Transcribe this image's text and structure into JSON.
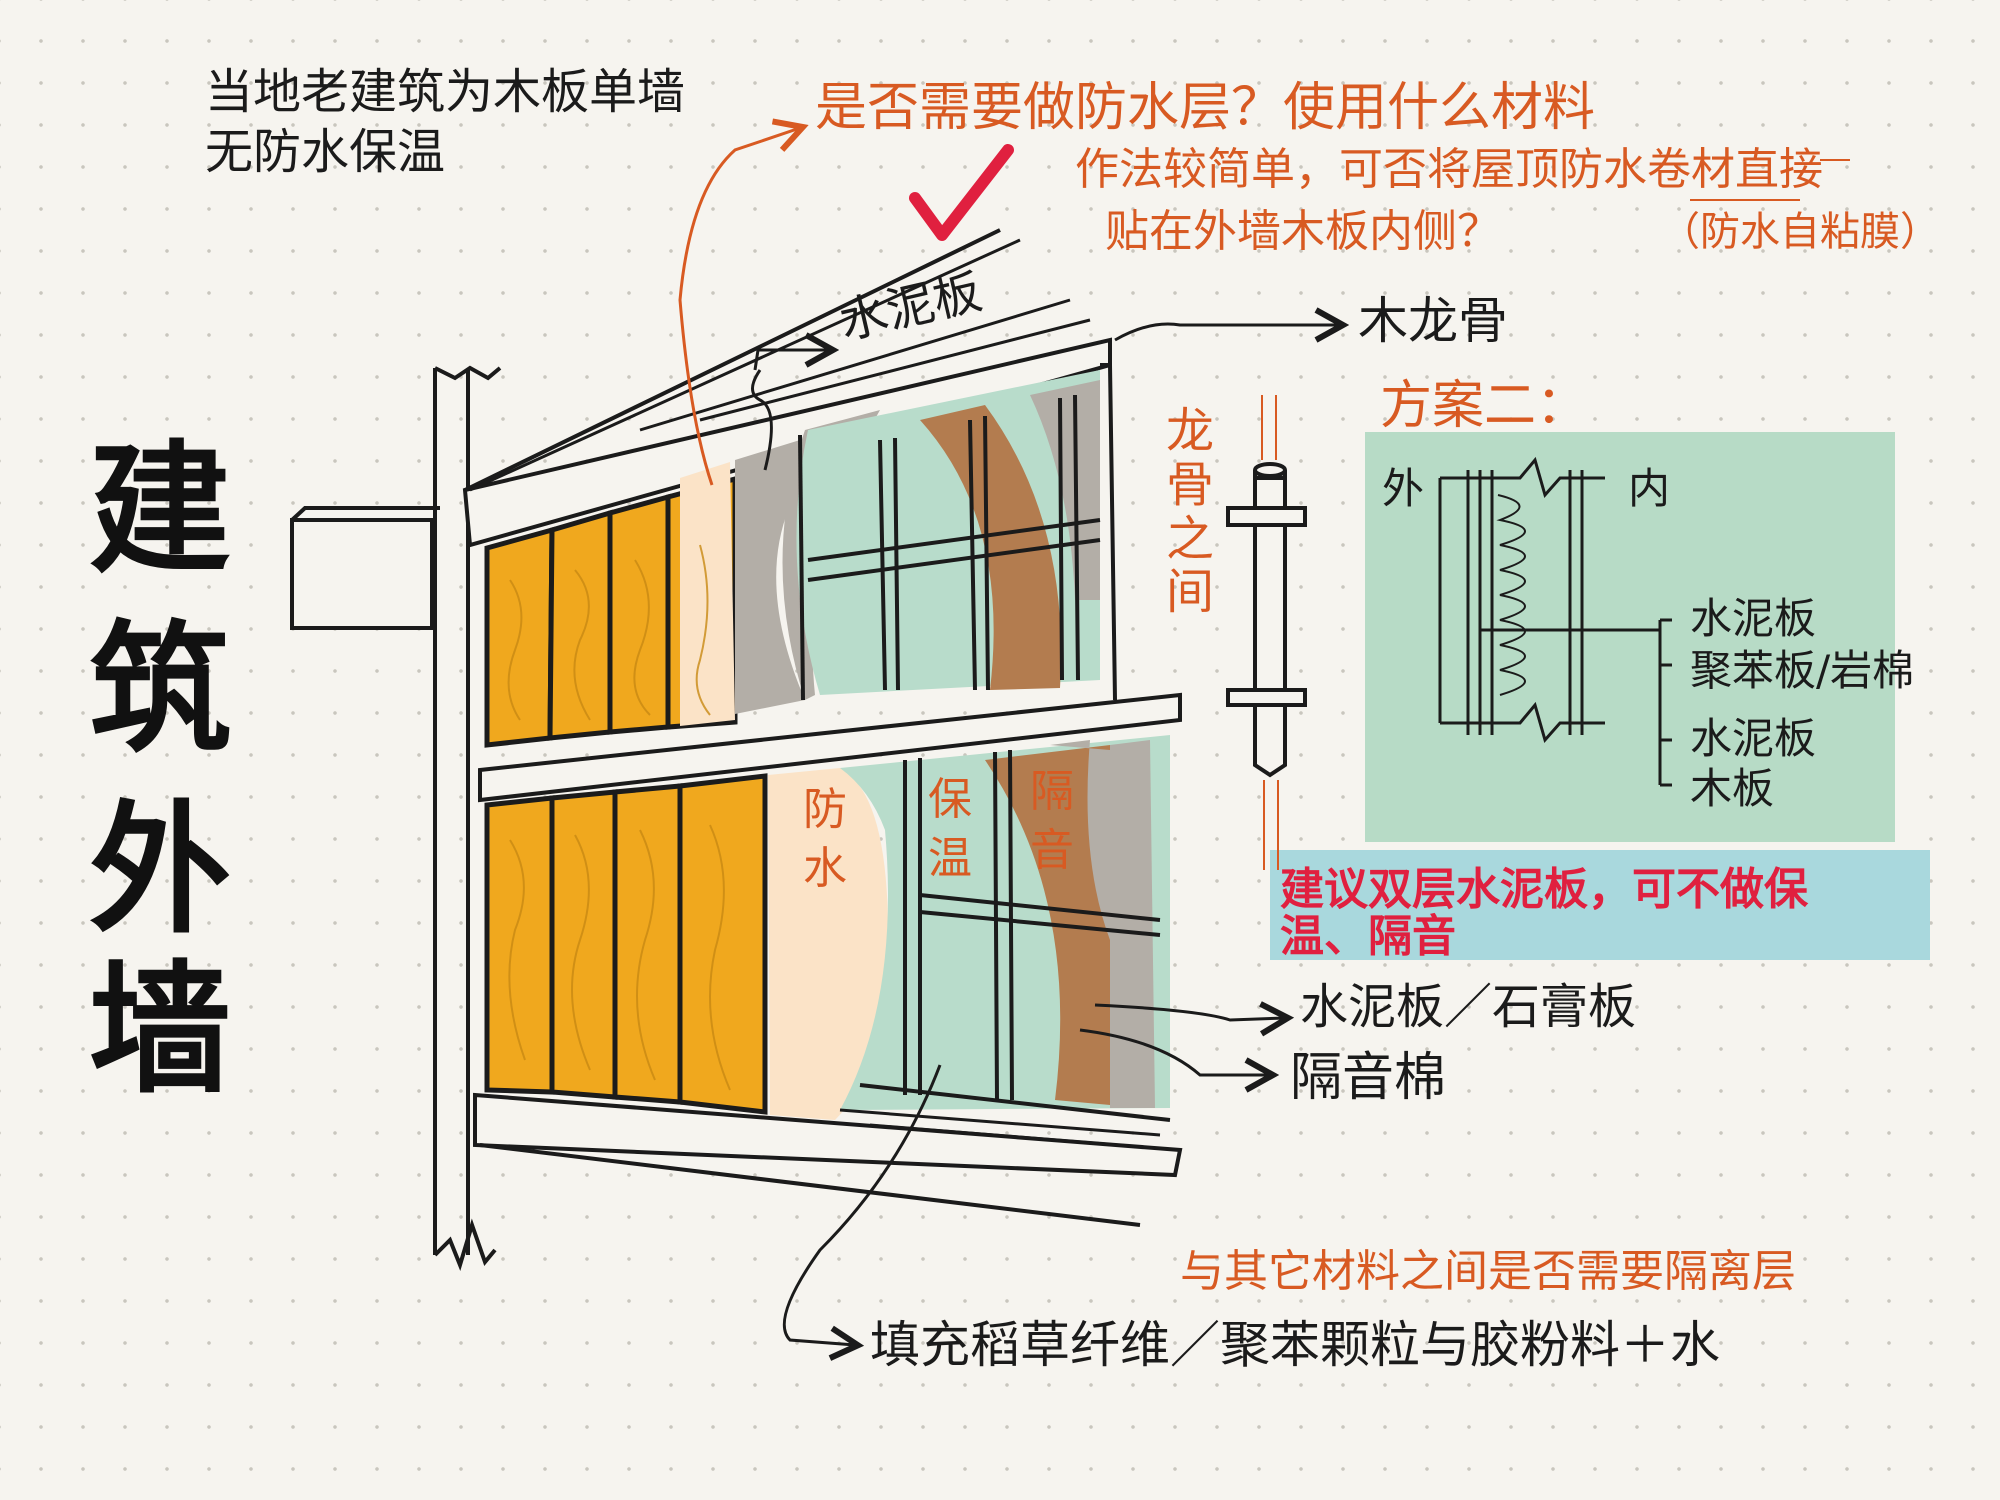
{
  "title": {
    "chars": [
      "建",
      "筑",
      "外",
      "墙"
    ]
  },
  "notes": {
    "local_1": "当地老建筑为木板单墙",
    "local_2": "无防水保温",
    "q_waterproof": "是否需要做防水层？使用什么材料",
    "suggest_1": "作法较简单，可否将屋顶防水卷材直接",
    "suggest_2": "贴在外墙木板内侧？",
    "suggest_paren": "（防水自粘膜）",
    "separation_q": "与其它材料之间是否需要隔离层",
    "fill": "填充稻草纤维／聚苯颗粒与胶粉料＋水",
    "recommend_1": "建议双层水泥板，可不做保",
    "recommend_2": "温、隔音"
  },
  "labels": {
    "cement_board_top": "水泥板",
    "wood_keel": "木龙骨",
    "between_keel": [
      "龙",
      "骨",
      "之",
      "间"
    ],
    "waterproof": [
      "防",
      "水"
    ],
    "insulation": [
      "保",
      "温"
    ],
    "soundproof": [
      "隔",
      "音"
    ],
    "cement_gypsum": "水泥板／石膏板",
    "sound_cotton": "隔音棉"
  },
  "scheme": {
    "title": "方案二：",
    "outside": "外",
    "inside": "内",
    "layers": [
      "水泥板",
      "聚苯板/岩棉",
      "水泥板",
      "木板"
    ]
  },
  "colors": {
    "wood": "#f0a81e",
    "waterproof_membrane": "#fbe3c7",
    "cement_gray": "#b3aea7",
    "glass_green": "#b8dccb",
    "brown_insulation": "#b37c4f",
    "scheme_bg": "#b7dbc6",
    "highlight": "#a9d8dd",
    "orange_ink": "#d85a22",
    "red_ink": "#e0203f"
  }
}
